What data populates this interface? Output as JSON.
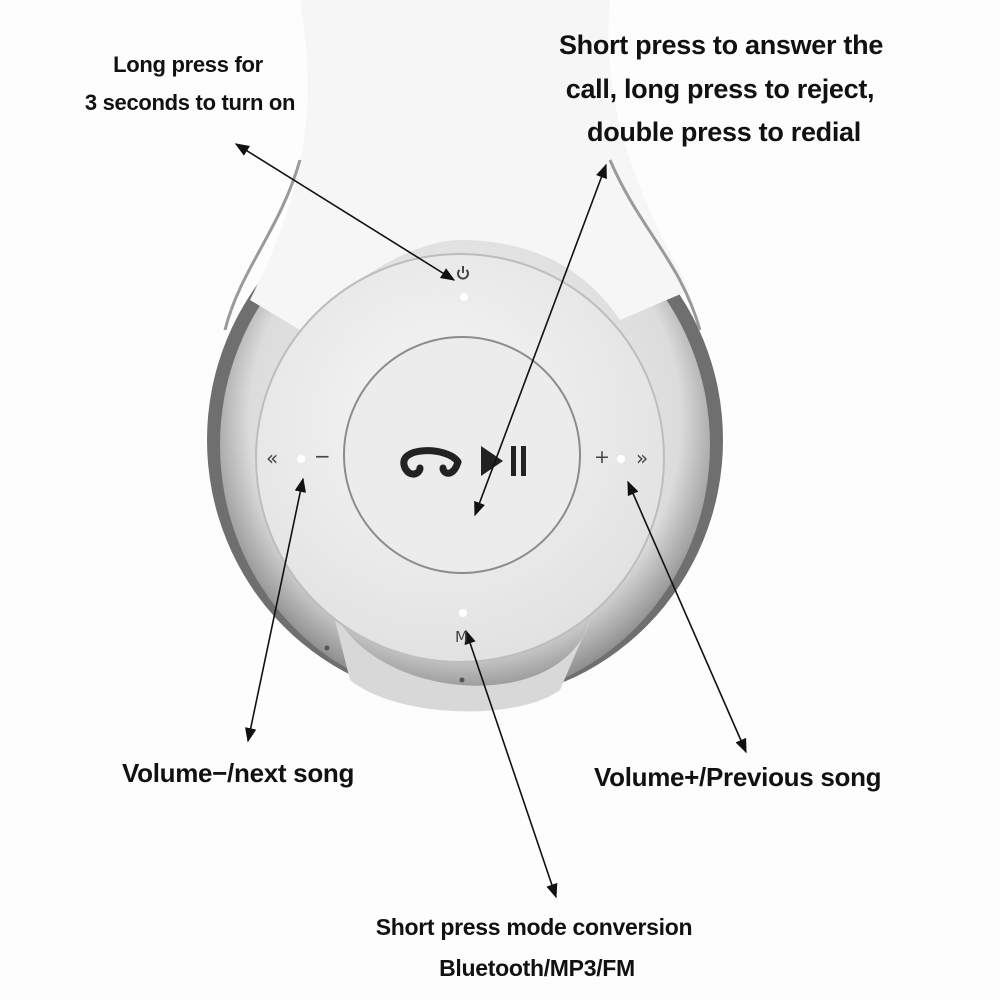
{
  "annotations": {
    "power": {
      "line1": "Long press for",
      "line2": "3 seconds to turn on"
    },
    "call_play": {
      "line1": "Short press to answer the",
      "line2": "call, long press to reject,",
      "line3": "double press to redial"
    },
    "volume_down": {
      "text": "Volume−/next song"
    },
    "volume_up": {
      "text": "Volume+/Previous song"
    },
    "mode": {
      "line1": "Short press mode conversion",
      "line2": "Bluetooth/MP3/FM"
    }
  },
  "device_markings": {
    "mode_key": "M",
    "minus": "−",
    "plus": "+",
    "rewind": "«",
    "forward": "»"
  },
  "colors": {
    "arrow": "#111111",
    "text": "#111111",
    "device": "#eeeeee"
  }
}
